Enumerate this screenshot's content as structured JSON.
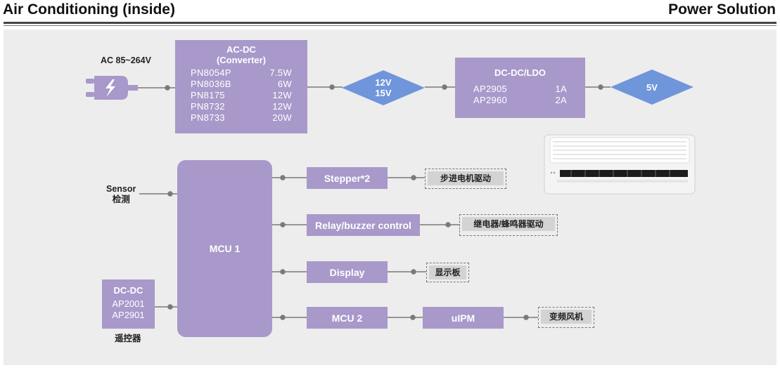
{
  "header": {
    "title": "Air  Conditioning (inside)",
    "right_title": "Power Solution"
  },
  "power_input": {
    "label": "AC 85~264V",
    "icon": "power-plug-icon"
  },
  "acdc": {
    "title_line1": "AC-DC",
    "title_line2": "(Converter)",
    "parts": [
      {
        "pn": "PN8054P",
        "power": "7.5W"
      },
      {
        "pn": "PN8036B",
        "power": "6W"
      },
      {
        "pn": "PN8175",
        "power": "12W"
      },
      {
        "pn": "PN8732",
        "power": "12W"
      },
      {
        "pn": "PN8733",
        "power": "20W"
      }
    ]
  },
  "rail_12v": {
    "line1": "12V",
    "line2": "15V"
  },
  "dcdc_ldo": {
    "title": "DC-DC/LDO",
    "parts": [
      {
        "pn": "AP2905",
        "current": "1A"
      },
      {
        "pn": "AP2960",
        "current": "2A"
      }
    ]
  },
  "rail_5v": {
    "label": "5V"
  },
  "sensor": {
    "line1": "Sensor",
    "line2": "检测"
  },
  "mcu1": {
    "label": "MCU 1"
  },
  "dcdc_remote": {
    "title": "DC-DC",
    "parts": [
      "AP2001",
      "AP2901"
    ],
    "caption": "遥控器"
  },
  "blocks": {
    "stepper": "Stepper*2",
    "relay": "Relay/buzzer  control",
    "display": "Display",
    "mcu2": "MCU 2",
    "uipm": "uIPM"
  },
  "functions": {
    "stepper": "步进电机驱动",
    "relay": "继电器/蜂鸣器驱动",
    "display": "显示板",
    "fan": "变频风机"
  },
  "colors": {
    "block_fill": "#a899ca",
    "rail_fill": "#6f95db",
    "panel_bg": "#ededed"
  }
}
